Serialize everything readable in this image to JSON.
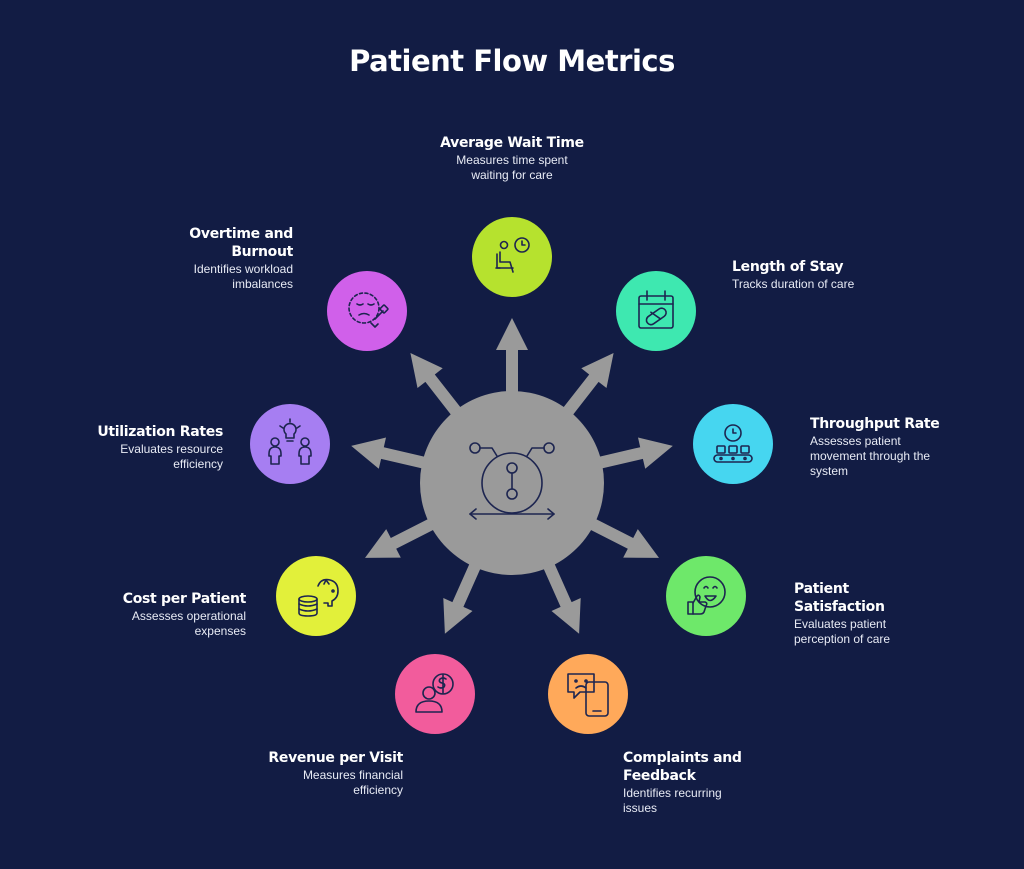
{
  "title": "Patient Flow Metrics",
  "hub": {
    "color": "#9a9a9a",
    "icon": "process-flow-icon"
  },
  "arrow_color": "#9a9a9a",
  "icon_stroke": "#1d2550",
  "metrics": [
    {
      "id": "average-wait-time",
      "title": "Average Wait Time",
      "desc": "Measures time spent waiting for care",
      "color": "#b6e22e",
      "icon": "waiting-chair-clock-icon"
    },
    {
      "id": "length-of-stay",
      "title": "Length of Stay",
      "desc": "Tracks duration of care",
      "color": "#3ee8b0",
      "icon": "calendar-pill-icon"
    },
    {
      "id": "throughput-rate",
      "title": "Throughput Rate",
      "desc": "Assesses patient movement through the system",
      "color": "#46d6f0",
      "icon": "conveyor-clock-icon"
    },
    {
      "id": "patient-satisfaction",
      "title": "Patient Satisfaction",
      "desc": "Evaluates patient perception of care",
      "color": "#6ee86a",
      "icon": "smiley-thumbs-up-icon"
    },
    {
      "id": "complaints-and-feedback",
      "title": "Complaints and Feedback",
      "desc": "Identifies recurring issues",
      "color": "#ffa95a",
      "icon": "phone-sad-message-icon"
    },
    {
      "id": "revenue-per-visit",
      "title": "Revenue per Visit",
      "desc": "Measures financial efficiency",
      "color": "#f25c9c",
      "icon": "person-dollar-icon"
    },
    {
      "id": "cost-per-patient",
      "title": "Cost per Patient",
      "desc": "Assesses operational expenses",
      "color": "#e2f03a",
      "icon": "piggy-bank-coins-icon"
    },
    {
      "id": "utilization-rates",
      "title": "Utilization Rates",
      "desc": "Evaluates resource efficiency",
      "color": "#a67ef2",
      "icon": "people-lightbulb-icon"
    },
    {
      "id": "overtime-and-burnout",
      "title": "Overtime and Burnout",
      "desc": "Identifies workload imbalances",
      "color": "#d060ea",
      "icon": "tired-face-icon"
    }
  ]
}
